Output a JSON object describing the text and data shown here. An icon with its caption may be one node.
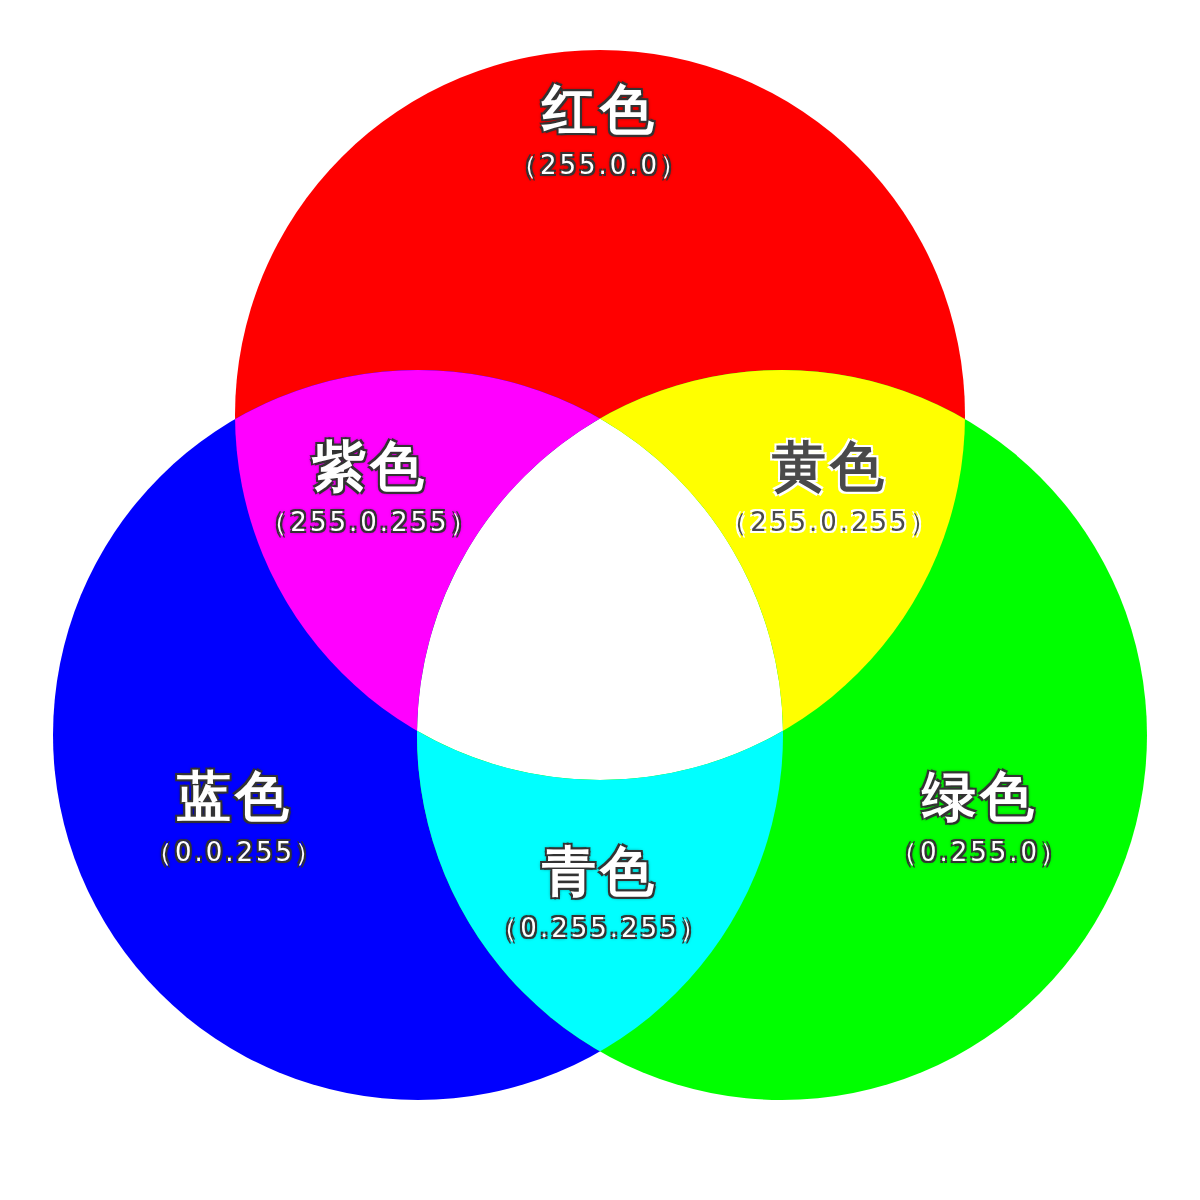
{
  "diagram": {
    "nodes": [
      {
        "text": [
          "红色",
          "（255.0.0）"
        ]
      },
      {
        "text": [
          "紫色",
          "（255.0.255）"
        ]
      },
      {
        "text": [
          "黄色",
          "（255.0.255）"
        ]
      },
      {
        "text": [
          "蓝色",
          "（0.0.255）"
        ]
      },
      {
        "text": [
          "绿色",
          "（0.255.0）"
        ]
      },
      {
        "text": [
          "青色",
          "（0.255.255）"
        ]
      },
      {
        "text": [],
        "shape": "triangle"
      }
    ]
  }
}
